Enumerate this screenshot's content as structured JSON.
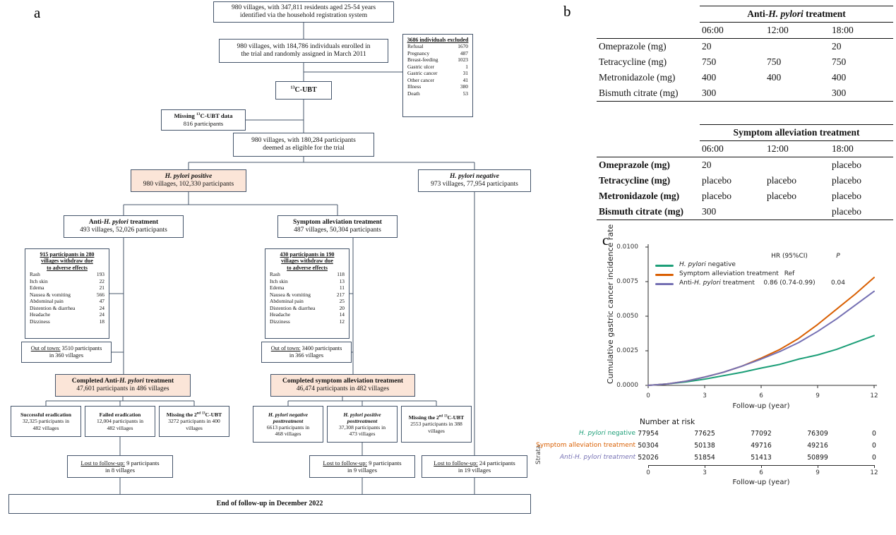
{
  "figure": {
    "panel_a_label": "a",
    "panel_b_label": "b",
    "panel_c_label": "c"
  },
  "flowchart": {
    "registered": {
      "line1": "980 villages, with 347,811 residents aged 25-54 years",
      "line2": "identified via the household registration system"
    },
    "enrolled": {
      "line1": "980 villages, with 184,786 individuals enrolled in",
      "line2": "the trial and randomly assigned in March 2011"
    },
    "excluded": {
      "title": "3686 individuals excluded",
      "items": [
        {
          "label": "Refusal",
          "value": "1670"
        },
        {
          "label": "Pregnancy",
          "value": "487"
        },
        {
          "label": "Breast-feeding",
          "value": "1023"
        },
        {
          "label": "Gastric ulcer",
          "value": "1"
        },
        {
          "label": "Gastric cancer",
          "value": "31"
        },
        {
          "label": "Other cancer",
          "value": "41"
        },
        {
          "label": "Illness",
          "value": "380"
        },
        {
          "label": "Death",
          "value": "53"
        }
      ]
    },
    "ubt": {
      "sup": "13",
      "text": "C-UBT"
    },
    "missing_ubt": {
      "pre": "Missing ",
      "sup": "13",
      "post": "C-UBT data",
      "line2": "816 participants"
    },
    "eligible": {
      "line1": "980 villages, with 180,284 participants",
      "line2": "deemed as eligible for the trial"
    },
    "hp_positive": {
      "title": "H. pylori positive",
      "line2": "980 villages, 102,330 participants"
    },
    "hp_negative": {
      "title": "H. pylori negative",
      "line2": "973 villages, 77,954 participants"
    },
    "anti_treatment": {
      "pre": "Anti-",
      "italic": "H. pylori",
      "post": " treatment",
      "line2": "493 villages, 52,026 participants"
    },
    "symptom_treatment": {
      "line1": "Symptom alleviation treatment",
      "line2": "487 villages, 50,304 participants"
    },
    "withdraw_left": {
      "title1": "915 participants in 280",
      "title2": "villages withdraw due",
      "title3": "to adverse effects",
      "items": [
        {
          "label": "Rash",
          "value": "193"
        },
        {
          "label": "Itch skin",
          "value": "22"
        },
        {
          "label": "Edema",
          "value": "21"
        },
        {
          "label": "Nausea & vomiting",
          "value": "566"
        },
        {
          "label": "Abdominal pain",
          "value": "47"
        },
        {
          "label": "Distention & diarrhea",
          "value": "24"
        },
        {
          "label": "Headache",
          "value": "24"
        },
        {
          "label": "Dizziness",
          "value": "18"
        }
      ]
    },
    "withdraw_mid": {
      "title1": "430 participants in 190",
      "title2": "villages withdraw due",
      "title3": "to adverse effects",
      "items": [
        {
          "label": "Rash",
          "value": "118"
        },
        {
          "label": "Itch skin",
          "value": "13"
        },
        {
          "label": "Edema",
          "value": "11"
        },
        {
          "label": "Nausea & vomiting",
          "value": "217"
        },
        {
          "label": "Abdominal pain",
          "value": "25"
        },
        {
          "label": "Distention & diarrhea",
          "value": "20"
        },
        {
          "label": "Headache",
          "value": "14"
        },
        {
          "label": "Dizziness",
          "value": "12"
        }
      ]
    },
    "out_left": {
      "underlined": "Out of town:",
      "rest": " 3510 participants",
      "line2": "in 360 villages"
    },
    "out_mid": {
      "underlined": "Out of town:",
      "rest": " 3400 participants",
      "line2": "in 366 villages"
    },
    "completed_anti": {
      "pre": "Completed Anti-",
      "italic": "H. pylori",
      "post": " treatment",
      "line2": "47,601 participants in 486 villages"
    },
    "completed_symptom": {
      "line1": "Completed symptom alleviation treatment",
      "line2": "46,474 participants in 482 villages"
    },
    "success": {
      "title": "Successful eradication",
      "line2": "32,325 participants in",
      "line3": "482 villages"
    },
    "failed": {
      "title": "Failed eradication",
      "line2": "12,004 participants in",
      "line3": "482 villages"
    },
    "missing2_left": {
      "t_pre": "Missing the 2",
      "t_sup1": "nd",
      "t_mid": " ",
      "t_sup2": "13",
      "t_post": "C-UBT",
      "line2": "3272 participants in 400",
      "line3": "villages"
    },
    "neg_post": {
      "title1": "H. pylori negative",
      "title2": "posttreatment",
      "line3": "6613 participants in",
      "line4": "468 villages"
    },
    "pos_post": {
      "title1": "H. pylori positive",
      "title2": "posttreatment",
      "line3": "37,308 participants in",
      "line4": "473 villages"
    },
    "missing2_mid": {
      "t_pre": "Missing the 2",
      "t_sup1": "nd",
      "t_mid": " ",
      "t_sup2": "13",
      "t_post": "C-UBT",
      "line2": "2553 participants in 388",
      "line3": "villages"
    },
    "lost_left": {
      "underlined": "Lost to follow-up:",
      "rest": " 9 participants",
      "line2": "in 8 villages"
    },
    "lost_mid": {
      "underlined": "Lost to follow-up:",
      "rest": " 9 participants",
      "line2": "in 9 villages"
    },
    "lost_right": {
      "underlined": "Lost to follow-up:",
      "rest": " 24 participants",
      "line2": "in 19 villages"
    },
    "end": "End of follow-up in December 2022"
  },
  "tables": {
    "anti": {
      "header_pre": "Anti-",
      "header_italic": "H. pylori",
      "header_post": " treatment",
      "times": [
        "06:00",
        "12:00",
        "18:00"
      ],
      "rows": [
        {
          "label": "Omeprazole (mg)",
          "values": [
            "20",
            "",
            "20"
          ]
        },
        {
          "label": "Tetracycline (mg)",
          "values": [
            "750",
            "750",
            "750"
          ]
        },
        {
          "label": "Metronidazole (mg)",
          "values": [
            "400",
            "400",
            "400"
          ]
        },
        {
          "label": "Bismuth citrate (mg)",
          "values": [
            "300",
            "",
            "300"
          ]
        }
      ]
    },
    "symptom": {
      "header": "Symptom alleviation treatment",
      "times": [
        "06:00",
        "12:00",
        "18:00"
      ],
      "rows": [
        {
          "label": "Omeprazole (mg)",
          "values": [
            "20",
            "",
            "placebo"
          ]
        },
        {
          "label": "Tetracycline (mg)",
          "values": [
            "placebo",
            "placebo",
            "placebo"
          ]
        },
        {
          "label": "Metronidazole (mg)",
          "values": [
            "placebo",
            "placebo",
            "placebo"
          ]
        },
        {
          "label": "Bismuth citrate (mg)",
          "values": [
            "300",
            "",
            "placebo"
          ]
        }
      ]
    }
  },
  "chart_data": {
    "type": "line",
    "title": "",
    "xlabel": "Follow-up (year)",
    "ylabel": "Cumulative gastric cancer incidence rate",
    "xlim": [
      0,
      12
    ],
    "ylim": [
      0,
      0.01
    ],
    "xticks": [
      0,
      3,
      6,
      9,
      12
    ],
    "yticks": [
      "0.0000",
      "0.0025",
      "0.0050",
      "0.0075",
      "0.0100"
    ],
    "grid": false,
    "legend_position": "top-left-inside",
    "legend_header_hr": "HR (95%CI)",
    "legend_header_p": "P",
    "x": [
      0,
      1,
      2,
      3,
      4,
      5,
      6,
      7,
      8,
      9,
      10,
      11,
      12
    ],
    "series": [
      {
        "name_pre": "",
        "name_italic": "H. pylori",
        "name_rest": " negative",
        "color": "#1b9e77",
        "hr": "",
        "p": "",
        "values": [
          0,
          0.0001,
          0.00025,
          0.00045,
          0.0007,
          0.00095,
          0.00125,
          0.00152,
          0.0019,
          0.0022,
          0.0026,
          0.0031,
          0.0036
        ]
      },
      {
        "name_pre": "",
        "name_italic": "",
        "name_rest": "Symptom alleviation treatment",
        "color": "#d95f02",
        "hr": "Ref",
        "p": "",
        "values": [
          0,
          0.0001,
          0.0003,
          0.0006,
          0.00095,
          0.0014,
          0.00197,
          0.0026,
          0.0034,
          0.0044,
          0.0055,
          0.0066,
          0.0078
        ]
      },
      {
        "name_pre": "Anti-",
        "name_italic": "H. pylori",
        "name_rest": " treatment",
        "color": "#7570b3",
        "hr": "0.86 (0.74-0.99)",
        "p": "0.04",
        "values": [
          0,
          0.0001,
          0.0003,
          0.0006,
          0.00095,
          0.0014,
          0.0019,
          0.00245,
          0.0031,
          0.0039,
          0.0048,
          0.0058,
          0.0068
        ]
      }
    ],
    "risk_table": {
      "title": "Number at risk",
      "strata_label": "Strata",
      "x": [
        0,
        3,
        6,
        9,
        12
      ],
      "rows": [
        {
          "values": [
            "77954",
            "77625",
            "77092",
            "76309",
            "0"
          ]
        },
        {
          "values": [
            "50304",
            "50138",
            "49716",
            "49216",
            "0"
          ]
        },
        {
          "values": [
            "52026",
            "51854",
            "51413",
            "50899",
            "0"
          ]
        }
      ],
      "xlabel": "Follow-up (year)"
    }
  }
}
